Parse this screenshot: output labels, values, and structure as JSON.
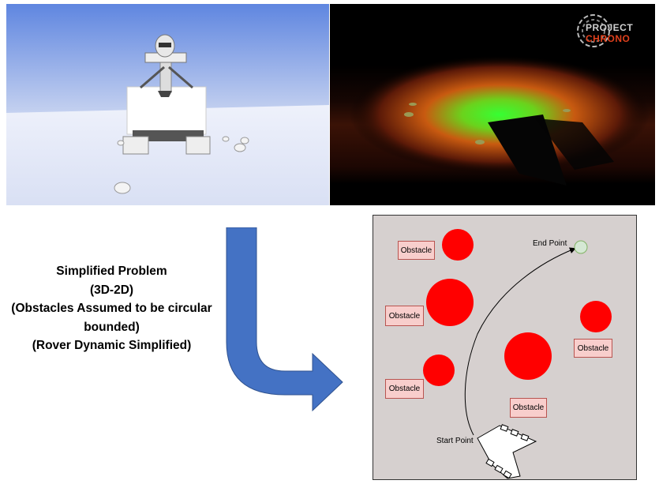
{
  "logo": {
    "line1": "PROJECT",
    "line2": "CHRONO"
  },
  "problem": {
    "lines": [
      "Simplified Problem",
      "(3D-2D)",
      "(Obstacles Assumed to be circular",
      "bounded)",
      "(Rover Dynamic Simplified)"
    ]
  },
  "map": {
    "obstacle_label": "Obstacle",
    "end_label": "End Point",
    "start_label": "Start Point"
  },
  "colors": {
    "arrow": "#4472c4",
    "obstacle_circle": "#ff0000",
    "obstacle_box": "#f8cecc",
    "end_point": "#d5e8d4",
    "map_background": "#d6d0cf"
  }
}
